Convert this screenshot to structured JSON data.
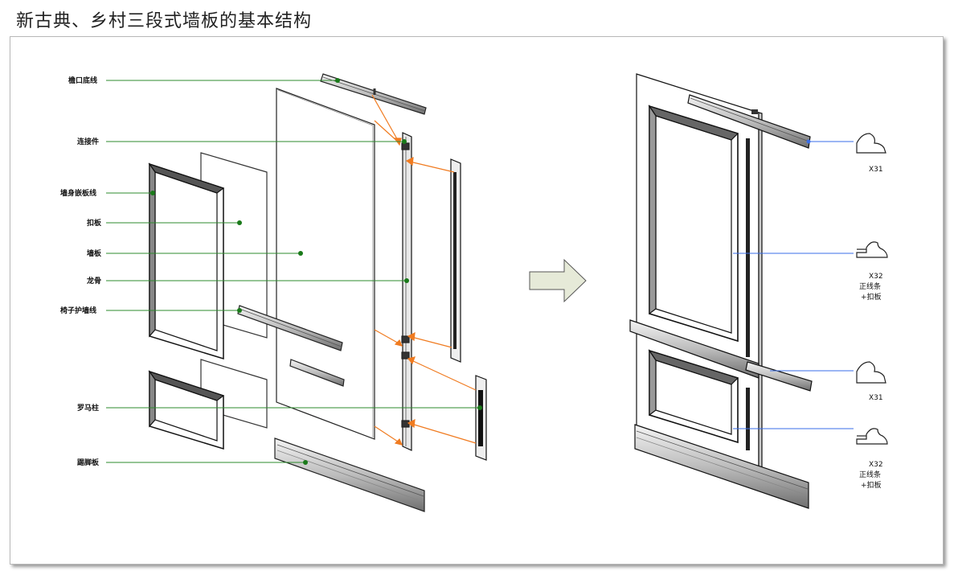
{
  "title": "新古典、乡村三段式墙板的基本结构",
  "labels": {
    "cornice": "檐口底线",
    "connector": "连接件",
    "wainscot_line": "墙身嵌板线",
    "cover_panel": "扣板",
    "wall_panel": "墙板",
    "keel": "龙骨",
    "chair_rail": "椅子护墙线",
    "roman_column": "罗马柱",
    "skirting": "踢脚板"
  },
  "profiles": [
    {
      "code": "X31",
      "note1": "",
      "note2": ""
    },
    {
      "code": "X32",
      "note1": "正线条",
      "note2": "+扣板"
    },
    {
      "code": "X31",
      "note1": "",
      "note2": ""
    },
    {
      "code": "X32",
      "note1": "正线条",
      "note2": "+扣板"
    }
  ],
  "colors": {
    "leader_green": "#2e8b2e",
    "dot_green": "#1a7a1a",
    "arrow_orange": "#f07b20",
    "leader_blue": "#3a6ee8",
    "arrow_fill": "#e6ead8"
  }
}
